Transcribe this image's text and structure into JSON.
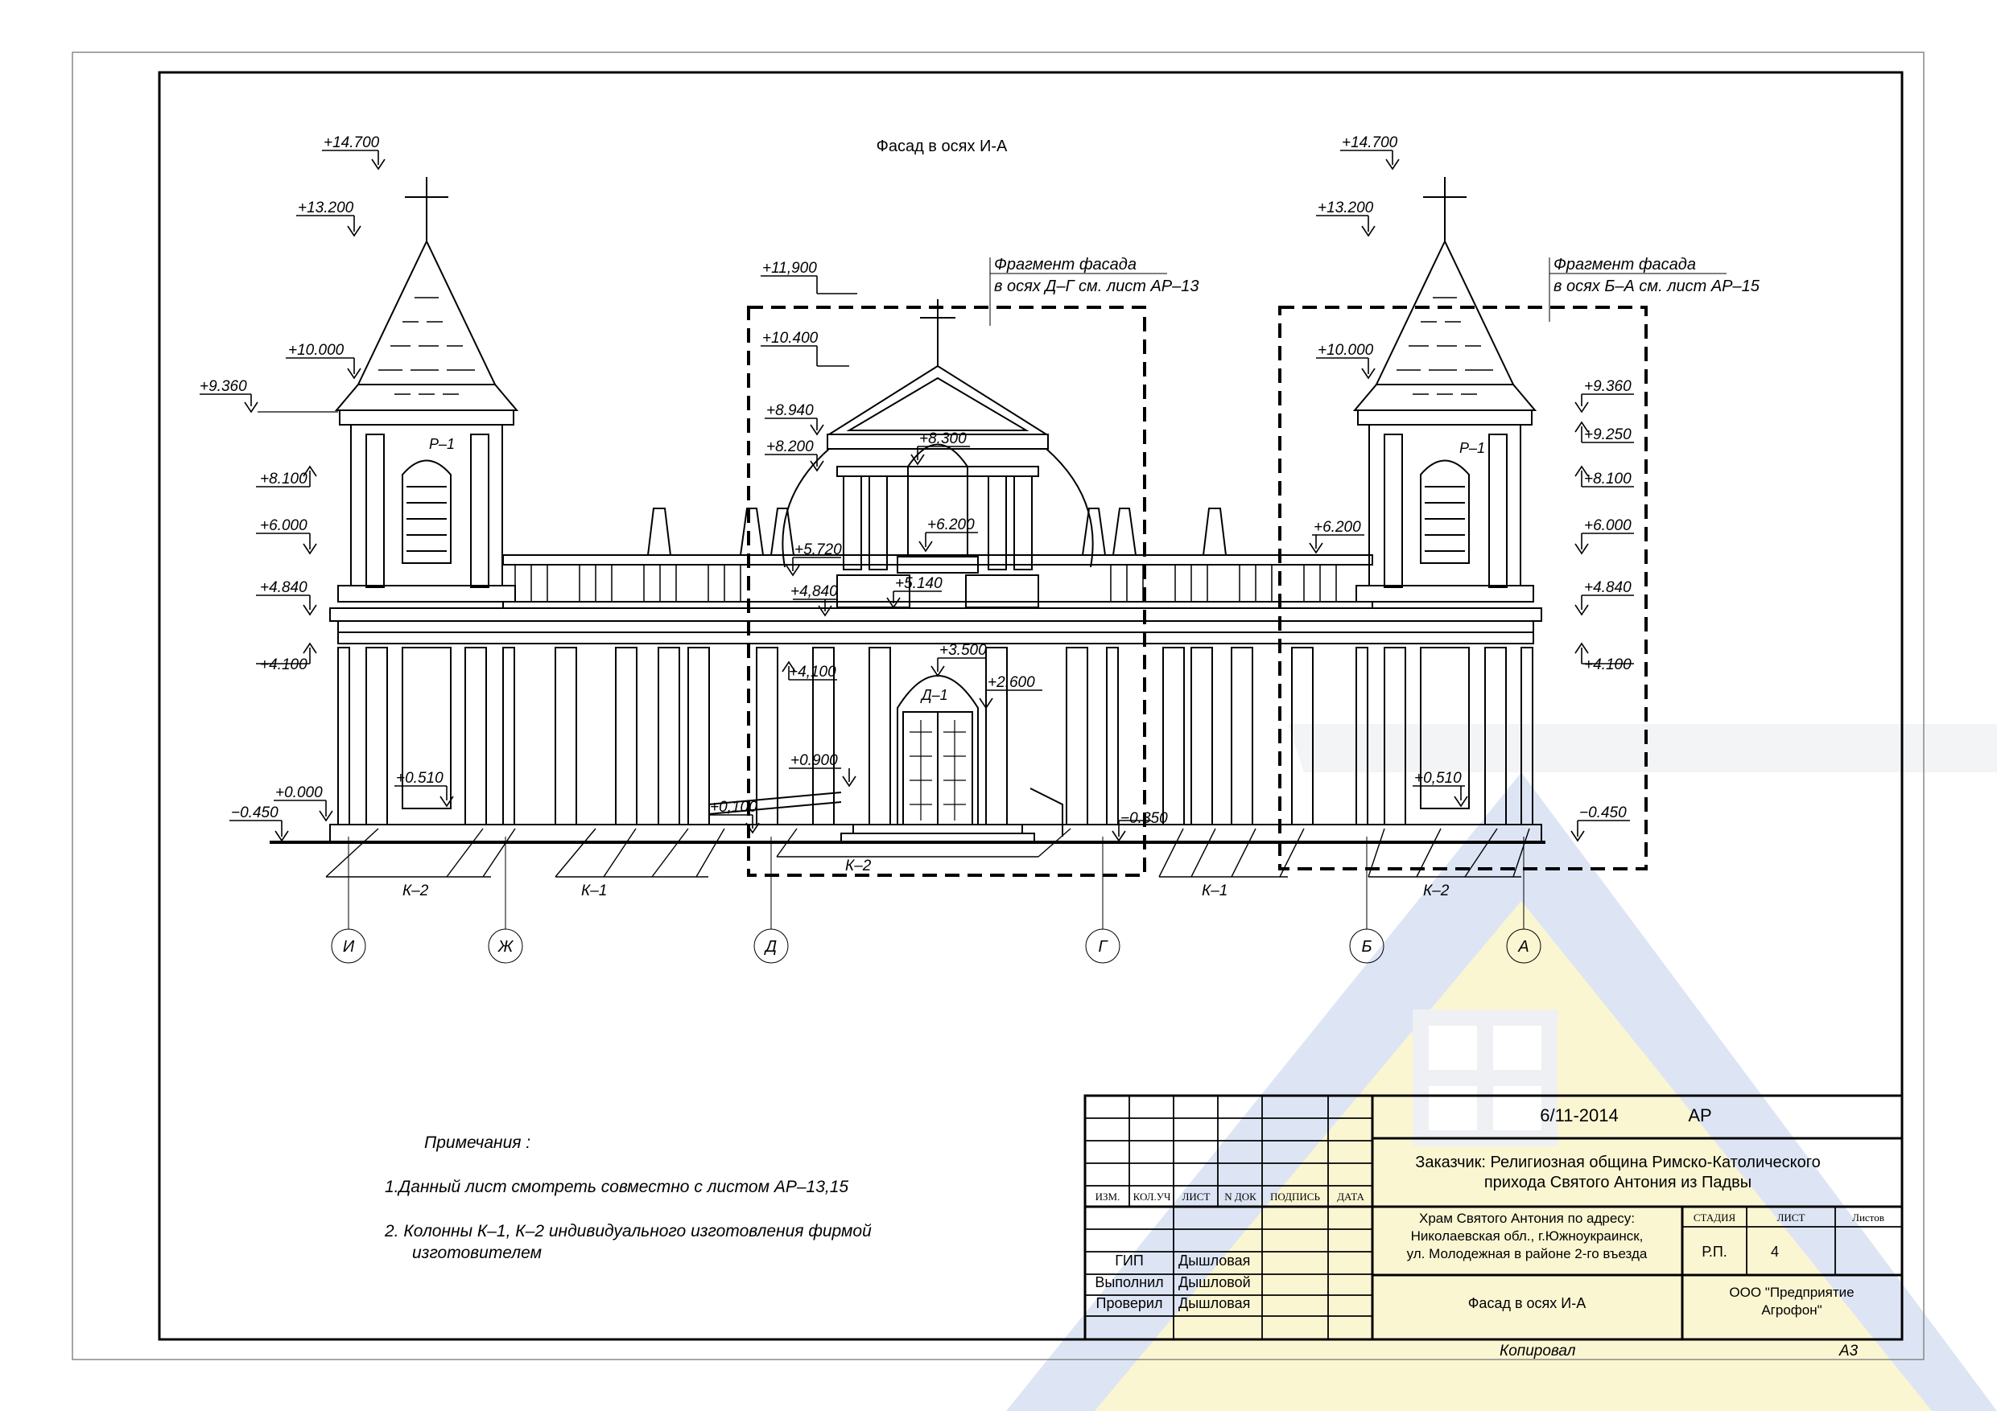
{
  "title": "Фасад в осях И-А",
  "elevations": {
    "left_tower": [
      "+14.700",
      "+13.200",
      "+10.000",
      "+9.360",
      "+8.100",
      "+6.000",
      "+4.840",
      "+4.100",
      "+0.000",
      "−0.450"
    ],
    "left_inner": [
      "+0.510"
    ],
    "center": [
      "+11,900",
      "+10.400",
      "+8.940",
      "+8.200",
      "+8.300",
      "+6.200",
      "+5.720",
      "+4,840",
      "+5.140",
      "+4,100",
      "+3.500",
      "+2.600",
      "+0.900",
      "+0,100",
      "−0.350"
    ],
    "right_tower": [
      "+14.700",
      "+13.200",
      "+10.000",
      "+6.200",
      "+0,510"
    ],
    "right_side": [
      "+9.360",
      "+9.250",
      "+8.100",
      "+6.000",
      "+4.840",
      "+4.100",
      "−0.450"
    ]
  },
  "fragment_notes": [
    {
      "line1": "Фрагмент фасада",
      "line2": "в осях Д–Г см. лист АР–13"
    },
    {
      "line1": "Фрагмент фасада",
      "line2": "в осях Б–А см. лист АР–15"
    }
  ],
  "element_marks": {
    "tower_window": "Р–1",
    "door": "Д–1"
  },
  "columns": [
    "К–2",
    "К–1",
    "К–2",
    "К–1",
    "К–2"
  ],
  "axes": [
    "И",
    "Ж",
    "Д",
    "Г",
    "Б",
    "А"
  ],
  "notes": {
    "heading": "Примечания :",
    "items": [
      "1.Данный лист смотреть совместно с листом АР–13,15",
      "2. Колонны К–1, К–2 индивидуального изготовления фирмой",
      "изготовителем"
    ]
  },
  "title_block": {
    "code": "6/11-2014",
    "section": "АР",
    "customer_line1": "Заказчик: Религиозная община Римско-Католического",
    "customer_line2": "прихода Святого Антония из Падвы",
    "object_line1": "Храм Святого Антония по адресу:",
    "object_line2": "Николаевская обл., г.Южноукраинск,",
    "object_line3": "ул. Молодежная в районе 2-го въезда",
    "headers": [
      "ИЗМ.",
      "КОЛ.УЧ",
      "ЛИСТ",
      "N ДОК",
      "ПОДПИСЬ",
      "ДАТА"
    ],
    "stage_header": "СТАДИЯ",
    "sheet_header": "ЛИСТ",
    "sheets_header": "Листов",
    "stage": "Р.П.",
    "sheet": "4",
    "roles": [
      {
        "role": "ГИП",
        "name": "Дышловая"
      },
      {
        "role": "Выполнил",
        "name": "Дышловой"
      },
      {
        "role": "Проверил",
        "name": "Дышловая"
      }
    ],
    "drawing_name": "Фасад в осях И-А",
    "company_line1": "ООО \"Предприятие",
    "company_line2": "Агрофон\"",
    "copied": "Копировал",
    "format": "А3"
  },
  "colors": {
    "ink": "#000000",
    "watermark_blue": "#d6dff2",
    "watermark_yellow": "#fbf3c4",
    "watermark_gray": "#eef0f3"
  }
}
